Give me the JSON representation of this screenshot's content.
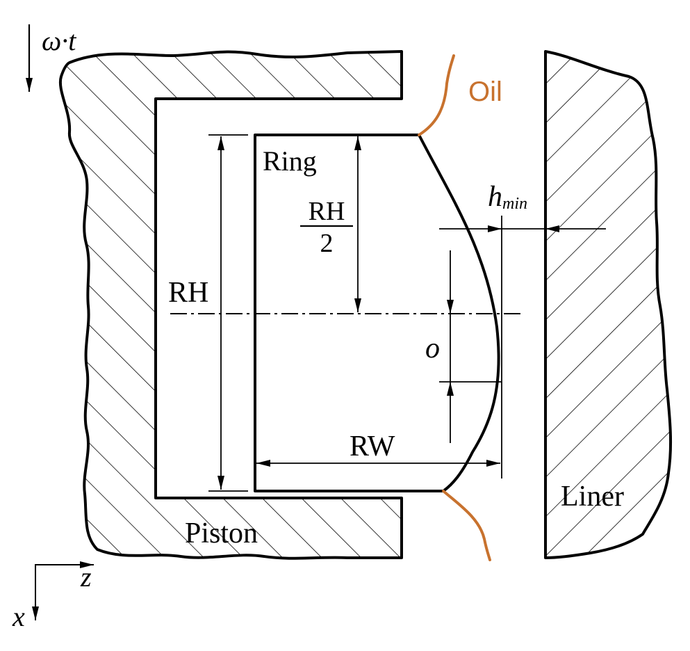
{
  "labels": {
    "omega_t": "ω·t",
    "oil": "Oil",
    "ring": "Ring",
    "rh_half_num": "RH",
    "rh_half_den": "2",
    "h_base": "h",
    "h_sub": "min",
    "rh": "RH",
    "o": "o",
    "rw": "RW",
    "liner": "Liner",
    "piston": "Piston",
    "axis_z": "z",
    "axis_x": "x"
  },
  "colors": {
    "line": "#000000",
    "oil": "#c8722e",
    "background": "#ffffff"
  }
}
